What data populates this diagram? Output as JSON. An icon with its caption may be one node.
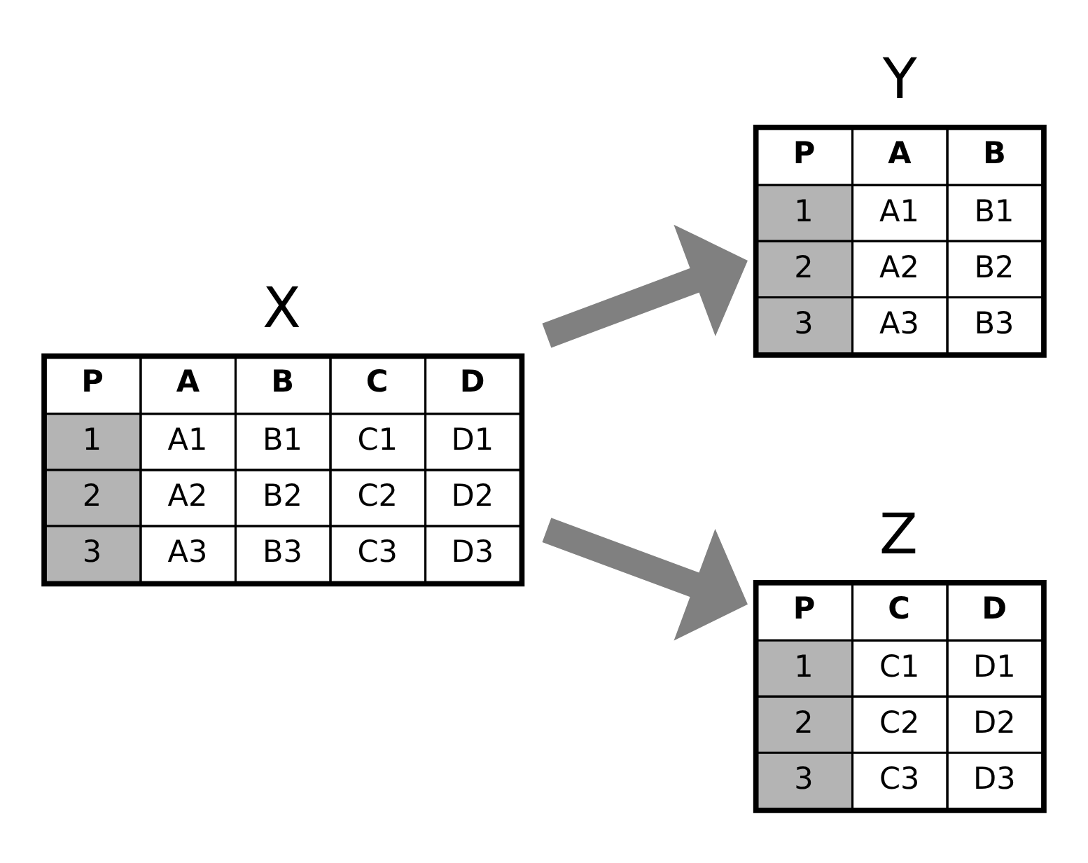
{
  "diagram": {
    "nodes": [
      {
        "text": [
          "X",
          "P",
          "A",
          "B",
          "C",
          "D",
          "1",
          "A1",
          "B1",
          "C1",
          "D1",
          "2",
          "A2",
          "B2",
          "C2",
          "D2",
          "3",
          "A3",
          "B3",
          "C3",
          "D3"
        ]
      },
      {
        "text": [
          "Y",
          "P",
          "A",
          "B",
          "1",
          "A1",
          "B1",
          "2",
          "A2",
          "B2",
          "3",
          "A3",
          "B3"
        ]
      },
      {
        "text": [
          "Z",
          "P",
          "C",
          "D",
          "1",
          "C1",
          "D1",
          "2",
          "C2",
          "D2",
          "3",
          "C3",
          "D3"
        ]
      }
    ],
    "edges": [
      {
        "from": 0,
        "to": 1,
        "arrow": "to"
      },
      {
        "from": 0,
        "to": 2,
        "arrow": "to"
      }
    ]
  }
}
